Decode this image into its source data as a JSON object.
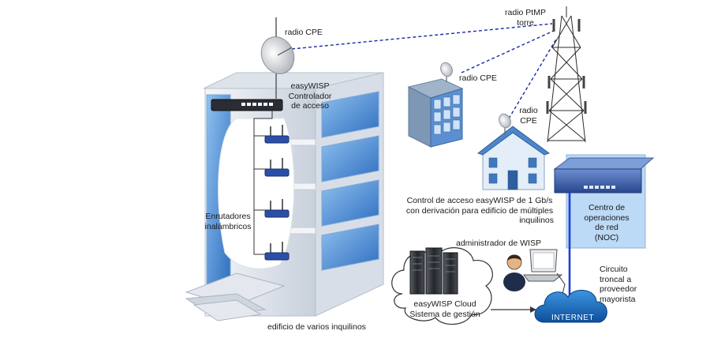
{
  "labels": {
    "radio_cpe_building": "radio CPE",
    "radio_ptmp_line1": "radio PtMP",
    "radio_ptmp_line2": "torre",
    "radio_cpe_office": "radio CPE",
    "radio_cpe_house_line1": "radio",
    "radio_cpe_house_line2": "CPE",
    "controller_line1": "easyWISP",
    "controller_line2": "Controlador",
    "controller_line3": "de acceso",
    "routers_line1": "Enrutadores",
    "routers_line2": "inalámbricos",
    "bypass_line1": "Control de acceso easyWISP de 1 Gb/s",
    "bypass_line2": "con derivación para edificio de múltiples",
    "bypass_line3": "inquilinos",
    "noc_line1": "Centro de",
    "noc_line2": "operaciones",
    "noc_line3": "de red",
    "noc_line4": "(NOC)",
    "wisp_admin": "administrador de WISP",
    "cloud_line1": "easyWISP Cloud",
    "cloud_line2": "Sistema de gestión",
    "internet": "INTERNET",
    "trunk_line1": "Circuito",
    "trunk_line2": "troncal a",
    "trunk_line3": "proveedor",
    "trunk_line4": "mayorista",
    "building_caption": "edificio de varios inquilinos"
  },
  "colors": {
    "wireless_link": "#1a2aa8",
    "trunk_line": "#1f3fd6",
    "building_glass": "#5b93d6",
    "building_frame": "#e9edf3",
    "noc_panel": "#bcd9f5",
    "router_blue": "#2b4fa8",
    "cloud_blue": "#1a73c8"
  }
}
